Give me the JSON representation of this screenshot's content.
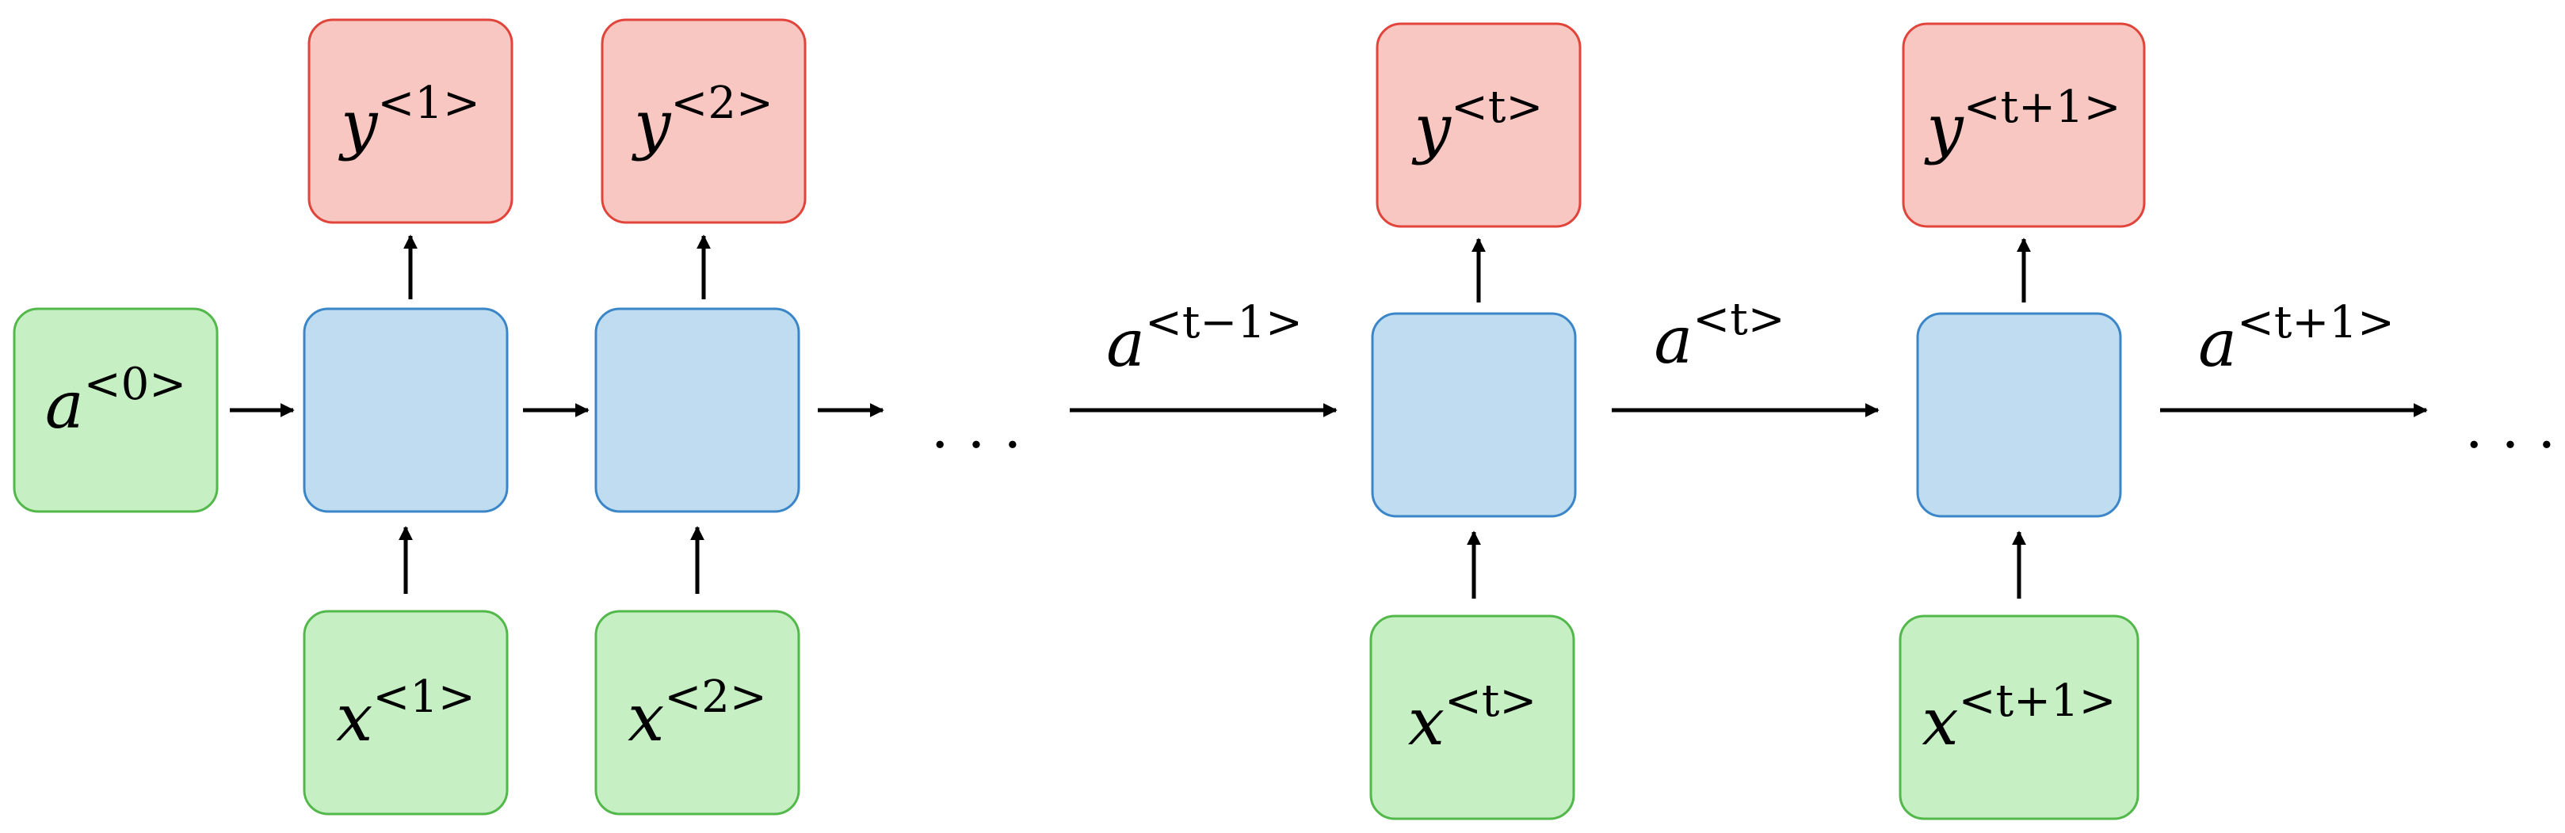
{
  "colors": {
    "hidden_fill": "#c0dcf0",
    "hidden_stroke": "#3a86c8",
    "input_fill": "#c6efc4",
    "input_stroke": "#52b84a",
    "output_fill": "#f9c7c2",
    "output_stroke": "#e0443a",
    "arrow": "#000000"
  },
  "initial_state": {
    "base": "a",
    "sup": "<0>"
  },
  "outputs": [
    {
      "base": "y",
      "sup": "<1>"
    },
    {
      "base": "y",
      "sup": "<2>"
    },
    {
      "base": "y",
      "sup": "<t>"
    },
    {
      "base": "y",
      "sup": "<t+1>"
    }
  ],
  "inputs": [
    {
      "base": "x",
      "sup": "<1>"
    },
    {
      "base": "x",
      "sup": "<2>"
    },
    {
      "base": "x",
      "sup": "<t>"
    },
    {
      "base": "x",
      "sup": "<t+1>"
    }
  ],
  "activations": [
    {
      "base": "a",
      "sup": "<t−1>"
    },
    {
      "base": "a",
      "sup": "<t>"
    },
    {
      "base": "a",
      "sup": "<t+1>"
    }
  ],
  "ellipsis": ". . .",
  "ellipsis_end": ". . ."
}
